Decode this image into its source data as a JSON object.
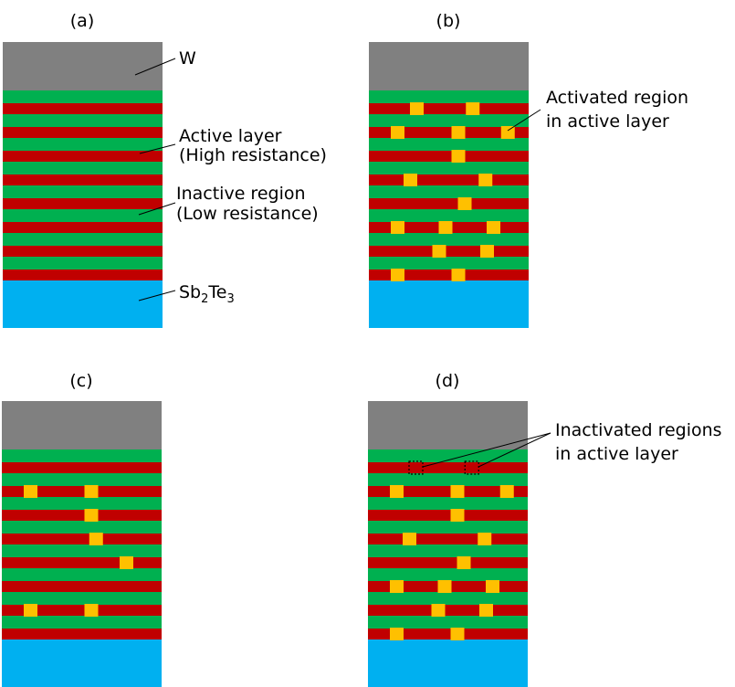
{
  "colors": {
    "W": "#808080",
    "Sb2Te3": "#00b0f0",
    "green": "#00b050",
    "red": "#c00000",
    "activated": "#ffc000"
  },
  "panels": [
    {
      "key": "a",
      "label": "(a)",
      "layer_shifts": [
        0,
        0,
        0,
        0,
        0,
        0,
        0,
        0
      ],
      "activated": []
    },
    {
      "key": "b",
      "label": "(b)",
      "layer_shifts": [
        0,
        0,
        0,
        0,
        0,
        0,
        0,
        0
      ],
      "activated": [
        [
          0,
          0.3
        ],
        [
          0,
          0.65
        ],
        [
          1,
          0.18
        ],
        [
          1,
          0.56
        ],
        [
          1,
          0.87
        ],
        [
          2,
          0.56
        ],
        [
          3,
          0.26
        ],
        [
          3,
          0.73
        ],
        [
          4,
          0.6
        ],
        [
          5,
          0.18
        ],
        [
          5,
          0.48
        ],
        [
          5,
          0.78
        ],
        [
          6,
          0.44
        ],
        [
          6,
          0.74
        ],
        [
          7,
          0.18
        ],
        [
          7,
          0.56
        ]
      ]
    },
    {
      "key": "c",
      "label": "(c)",
      "layer_shifts": [
        0,
        0,
        0,
        0,
        0,
        0,
        0,
        0
      ],
      "activated": [
        [
          1,
          0.18
        ],
        [
          1,
          0.56
        ],
        [
          2,
          0.56
        ],
        [
          3,
          0.59
        ],
        [
          4,
          0.78
        ],
        [
          6,
          0.18
        ],
        [
          6,
          0.56
        ]
      ]
    },
    {
      "key": "d",
      "label": "(d)",
      "layer_shifts": [
        0,
        0,
        0,
        0,
        0,
        0,
        0,
        0
      ],
      "activated": [
        [
          1,
          0.18
        ],
        [
          1,
          0.56
        ],
        [
          1,
          0.87
        ],
        [
          2,
          0.56
        ],
        [
          3,
          0.26
        ],
        [
          3,
          0.73
        ],
        [
          4,
          0.6
        ],
        [
          5,
          0.18
        ],
        [
          5,
          0.48
        ],
        [
          5,
          0.78
        ],
        [
          6,
          0.44
        ],
        [
          6,
          0.74
        ],
        [
          7,
          0.18
        ],
        [
          7,
          0.56
        ]
      ],
      "inactivated": [
        [
          0,
          0.3
        ],
        [
          0,
          0.65
        ]
      ]
    }
  ],
  "annotations": {
    "W": "W",
    "active_layer_1": "Active layer",
    "active_layer_2": "(High resistance)",
    "inactive_1": "Inactive region",
    "inactive_2": "(Low resistance)",
    "sb_main": "Sb",
    "sb_sub": "2",
    "te_main": "Te",
    "te_sub": "3",
    "activated_1": "Activated region",
    "activated_2": "in active layer",
    "inactivated_1": "Inactivated regions",
    "inactivated_2": "in active layer"
  }
}
